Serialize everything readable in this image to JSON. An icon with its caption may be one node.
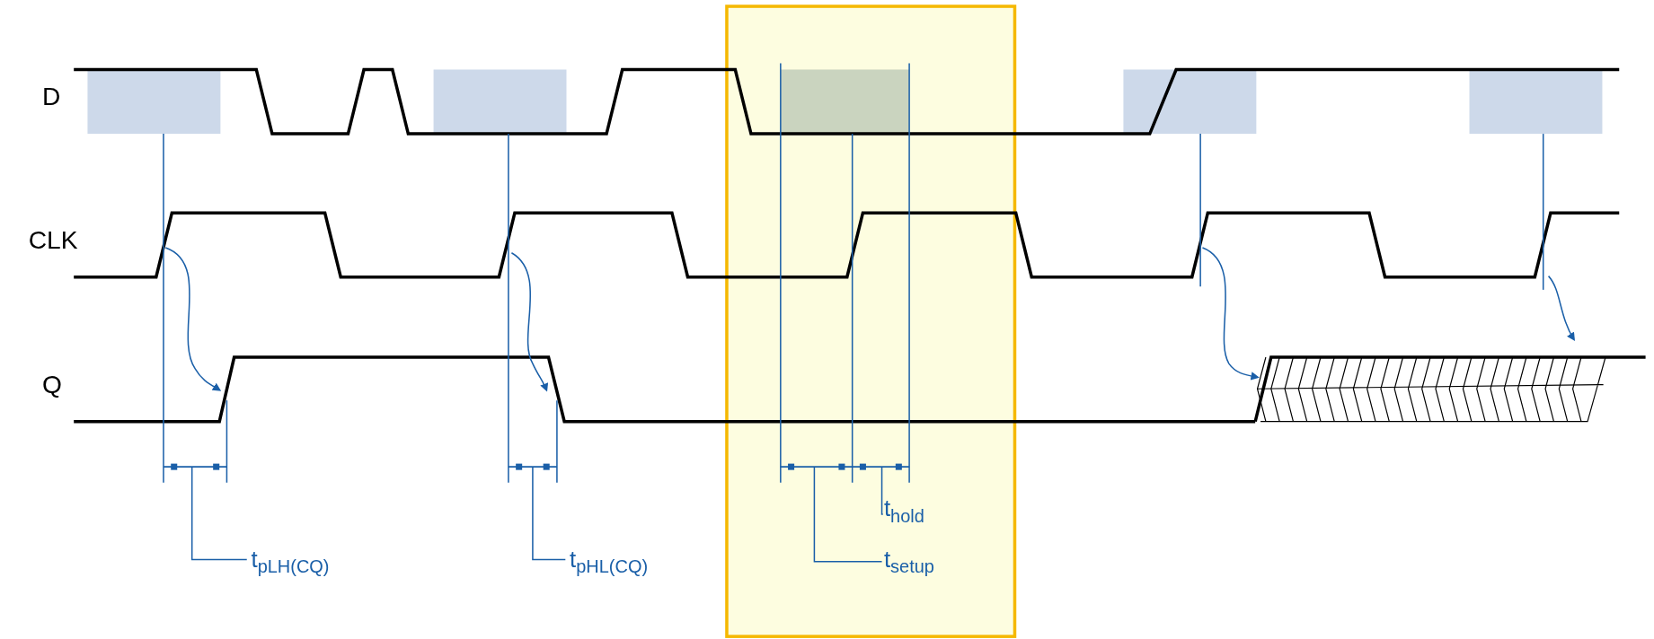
{
  "diagram": {
    "labels": [
      "D",
      "CLK",
      "Q",
      "t$_{pLH(CQ)}$",
      "t$_{pHL(CQ)}$",
      "t$_{hold}$",
      "t$_{setup}$"
    ]
  }
}
